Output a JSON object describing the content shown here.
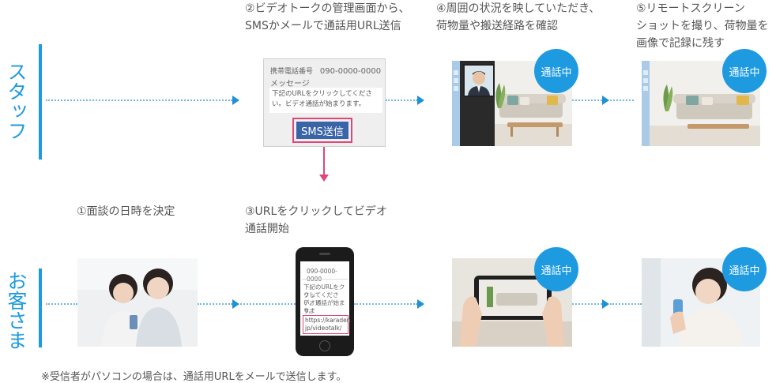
{
  "lanes": {
    "staff_label": "スタッフ",
    "customer_label": "お客さま"
  },
  "steps": {
    "step1": "①面談の日時を決定",
    "step2_line1": "②ビデオトークの管理画面から、",
    "step2_line2": "SMSかメールで通話用URL送信",
    "step3_line1": "③URLをクリックしてビデオ",
    "step3_line2": "通話開始",
    "step4_line1": "④周囲の状況を映していただき、",
    "step4_line2": "荷物量や搬送経路を確認",
    "step5_line1": "⑤リモートスクリーン",
    "step5_line2": "ショットを撮り、荷物量を",
    "step5_line3": "画像で記録に残す"
  },
  "sms_panel": {
    "phone_label": "携帯電話番号",
    "phone_number": "090-0000-0000",
    "message_label": "メッセージ",
    "message_line1": "下記のURLをクリックしてくださ",
    "message_line2": "い。ビデオ通話が始まります。",
    "send_button": "SMS送信"
  },
  "phone_screen": {
    "number": "090-0000-0000",
    "line1": "下記のURLをクリッ",
    "line2": "クしてください。ビ",
    "line3": "デオ通話が始まりま",
    "line4": "す。",
    "link_line1": "https://karaden.",
    "link_line2": "jp/videotalk/"
  },
  "badges": {
    "in_call": "通話中"
  },
  "footnote": "※受信者がパソコンの場合は、通話用URLをメールで送信します。",
  "colors": {
    "accent_blue": "#1e9ae0",
    "highlight_pink": "#e0467a",
    "button_blue": "#3a64a8"
  }
}
